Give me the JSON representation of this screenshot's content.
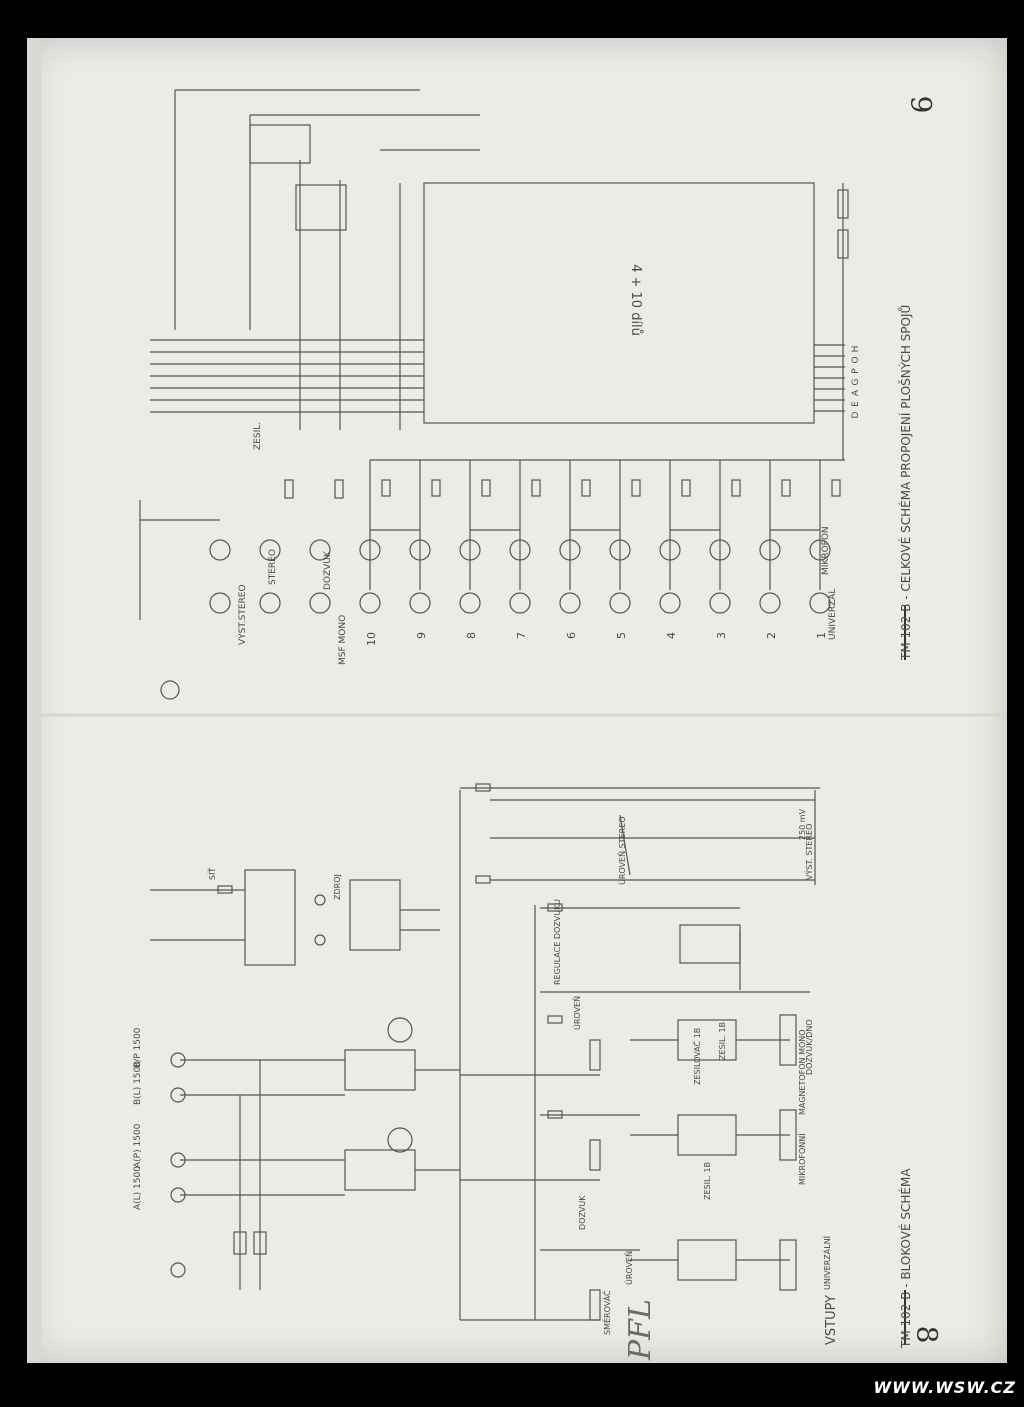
{
  "page": {
    "number_top": "9",
    "number_bottom": "8",
    "watermark": "WWW.WSW.CZ",
    "handwritten_mark": "PFL"
  },
  "diagram_top": {
    "caption": "TM 102 B - CELKOVÉ SCHÉMA PROPOJENÍ PLOŠNÝCH SPOJŮ",
    "center_label": "4 + 10 dílů",
    "labels": [
      "MIKROFON",
      "UNIVERZÁL",
      "MSF MONO",
      "VÝST.STEREO",
      "STEREO",
      "DOZVUK",
      "ZESIL."
    ],
    "channel_numbers": [
      "10",
      "9",
      "8",
      "7",
      "6",
      "5",
      "4",
      "3",
      "2",
      "1"
    ],
    "bus_labels": [
      "H",
      "O",
      "P",
      "G",
      "A",
      "E",
      "D"
    ]
  },
  "diagram_bottom": {
    "caption": "TM 102 B - BLOKOVÉ SCHÉMA",
    "inputs_title": "VSTUPY",
    "labels": [
      "ÚROVEŇ",
      "SMĚROVÁČ",
      "DOZVUK",
      "ÚROVEŇ",
      "ZESIL. 1B",
      "MIKROFONNÍ",
      "MAGNETOFON MONO",
      "DOZVUK/DNO",
      "REGULACE DOZVUKU",
      "ÚROVEŇ STEREO",
      "VÝST. STEREO",
      "250 mV",
      "UNIVERZÁLNÍ",
      "ZESILOVAČ 1B",
      "ZESIL. 1B",
      "SÍŤ",
      "ZDROJ"
    ],
    "output_labels": [
      "B/P 1500",
      "B(L) 1500",
      "A(P) 1500",
      "A(L) 1500"
    ]
  }
}
